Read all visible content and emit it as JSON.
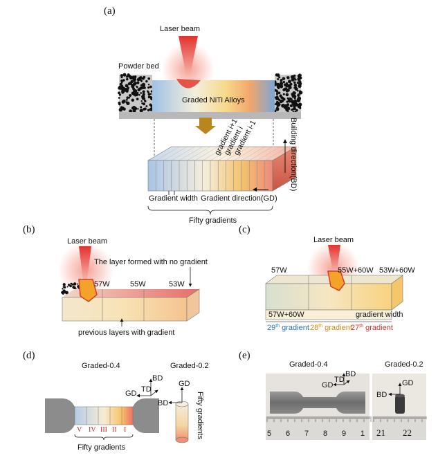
{
  "panels": {
    "a": {
      "tag": "(a)",
      "laser": "Laser beam",
      "powder_bed": "Powder bed",
      "alloy": "Graded NiTi Alloys",
      "grad_plus": "gradient i+1",
      "grad_i": "gradient i",
      "grad_minus": "gradient i-1",
      "build_dir": "Building direction(BD)",
      "grad_width": "Gradient width",
      "grad_dir": "Gradient direction(GD)",
      "fifty": "Fifty gradients"
    },
    "b": {
      "tag": "(b)",
      "laser": "Laser beam",
      "note": "The layer formed with no gradient",
      "p1": "57W",
      "p2": "55W",
      "p3": "53W",
      "prev": "previous layers with gradient"
    },
    "c": {
      "tag": "(c)",
      "laser": "Laser beam",
      "p1": "57W",
      "p2": "55W+60W",
      "p3": "53W+60W",
      "p4": "57W+60W",
      "width": "gradient width",
      "g29": "29",
      "g28": "28",
      "g27": "27",
      "sup": "th",
      "gword": " gradient"
    },
    "d": {
      "tag": "(d)",
      "graded04": "Graded-0.4",
      "graded02": "Graded-0.2",
      "bd": "BD",
      "td": "TD",
      "gd": "GD",
      "fifty_v": "Fifty gradients",
      "roman": [
        "V",
        "IV",
        "III",
        "II",
        "I"
      ],
      "fifty": "Fifty gradients"
    },
    "e": {
      "tag": "(e)",
      "graded04": "Graded-0.4",
      "graded02": "Graded-0.2",
      "bd": "BD",
      "td": "TD",
      "gd": "GD",
      "ruler": [
        "5",
        "6",
        "7",
        "8",
        "9",
        "1"
      ],
      "ruler2": [
        "21",
        "22"
      ]
    }
  }
}
